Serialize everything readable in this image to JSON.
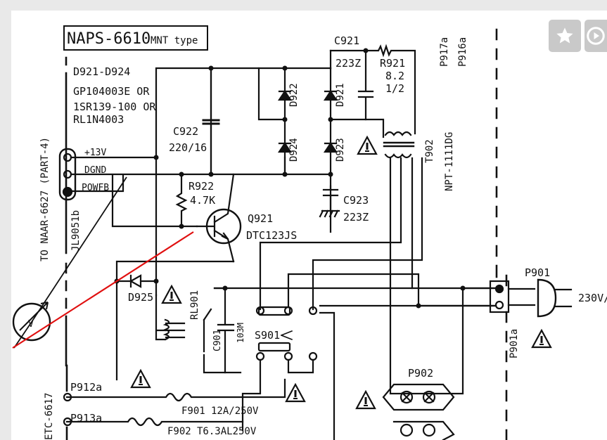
{
  "schematic": {
    "model": "NAPS-6610",
    "model_type": "MNT type",
    "diode_group": "D921-D924",
    "diode_part_1": "GP104003E OR",
    "diode_part_2": "1SR139-100 OR",
    "diode_part_3": "RL1N4003",
    "connector_label": "TO NAAR-6627  (PART-4)",
    "connector_id": "JL9051b",
    "pin_13v": "+13V",
    "pin_dgnd": "DGND",
    "pin_powfb": "POWFB",
    "c921": "C921",
    "c921_value": "223Z",
    "r921": "R921",
    "r921_value": "8.2",
    "r921_rating": "1/2",
    "d922": "D922",
    "d921": "D921",
    "d924": "D924",
    "d923": "D923",
    "c922": "C922",
    "c922_value": "220/16",
    "r922": "R922",
    "r922_value": "4.7K",
    "c923": "C923",
    "c923_value": "223Z",
    "q921": "Q921",
    "q921_part": "DTC123JS",
    "t902": "T902",
    "t902_part": "NPT-1111DG",
    "p917a": "P917a",
    "p916a": "P916a",
    "d925": "D925",
    "rl901": "RL901",
    "c901": "C901",
    "c901_value": "103M",
    "s901": "S901",
    "p901": "P901",
    "p901a": "P901a",
    "mains": "230V/",
    "p902": "P902",
    "p912a": "P912a",
    "p913a": "P913a",
    "f901": "F901",
    "f901_rating": "12A/250V",
    "f902": "F902",
    "f902_rating": "T6.3AL250V",
    "etc_board": "ETC-6617",
    "meter_symbol": "V"
  },
  "toolbar": {
    "bookmark_icon": "star-icon",
    "play_icon": "play-icon"
  },
  "colors": {
    "ink": "#111111",
    "annotation_red": "#e01010",
    "button_bg": "#c9c9c9",
    "page_bg": "#e9e9e9"
  }
}
